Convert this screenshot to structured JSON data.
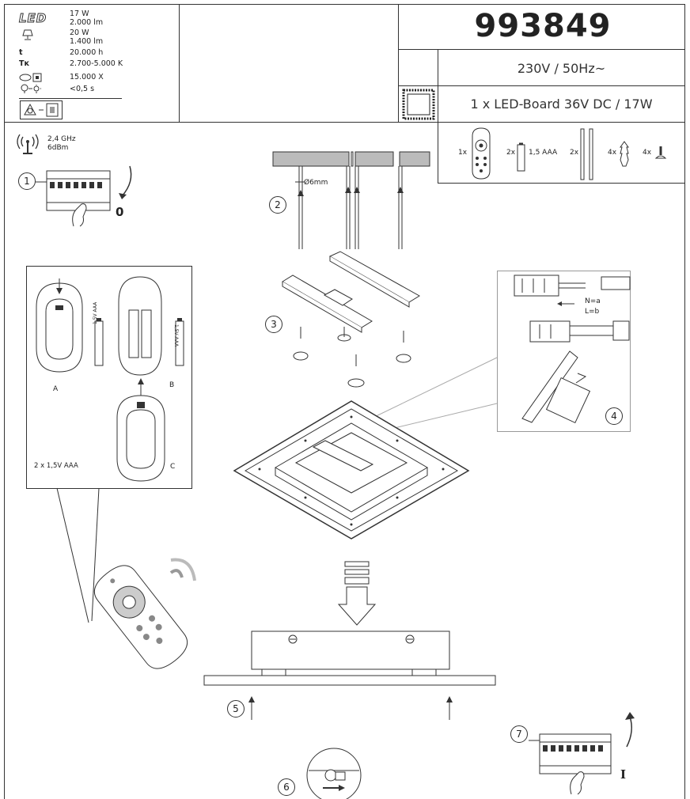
{
  "header": {
    "product_code": "993849",
    "voltage": "230V / 50Hz~",
    "led_board": "1 x LED-Board 36V DC / 17W"
  },
  "specs": {
    "led_logo": "LED",
    "power_led": "17 W",
    "lumen_led": "2.000 lm",
    "power_equiv": "20 W",
    "lumen_equiv": "1.400 lm",
    "life_symbol": "t",
    "lifetime": "20.000 h",
    "temp_symbol": "Tĸ",
    "color_temp": "2.700-5.000 K",
    "switch_cycles": "15.000 X",
    "start_time": "<0,5 s"
  },
  "radio": {
    "frequency": "2,4 GHz",
    "power": "6dBm"
  },
  "parts": {
    "remote_qty": "1x",
    "battery_qty": "2x",
    "battery_label": "1,5 AAA",
    "rail_qty": "2x",
    "dowel_qty": "4x",
    "screw_qty": "4x"
  },
  "steps": {
    "s1": "1",
    "s2": "2",
    "s3": "3",
    "s4": "4",
    "s5": "5",
    "s6": "6",
    "s7": "7",
    "off_label": "0",
    "on_label": "I",
    "drill_label": "Ø6mm",
    "wire_n": "N=a",
    "wire_l": "L=b"
  },
  "battery_panel": {
    "label_a": "A",
    "label_b": "B",
    "label_c": "C",
    "cell_text": "1,5V AAA",
    "battery_note": "2 x 1,5V AAA"
  },
  "icons": [
    "led-icon",
    "lamp-icon",
    "lifetime-icon",
    "color-temp-icon",
    "switch-icon",
    "bulb-start-icon",
    "class-icon",
    "antenna-icon",
    "remote-icon",
    "battery-icon",
    "dowel-icon",
    "screw-icon"
  ]
}
